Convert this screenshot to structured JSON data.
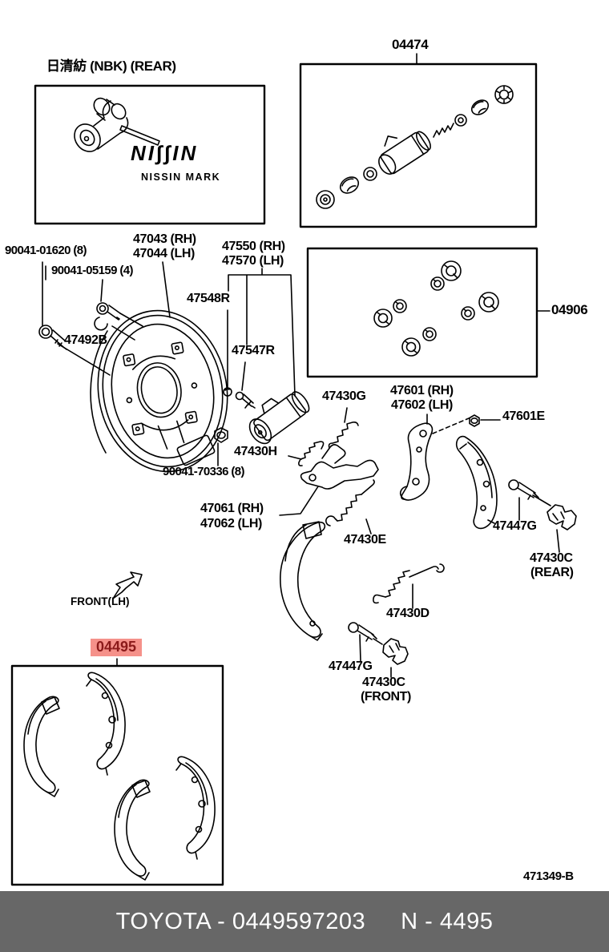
{
  "colors": {
    "highlight_bg": "#f5918a",
    "highlight_text": "#8b1a1a",
    "footer_bg": "#676767",
    "footer_text": "#ffffff"
  },
  "nissin_panel": {
    "title": "日清紡 (NBK) (REAR)",
    "logo": "NI∫∫IN",
    "caption": "NISSIN MARK"
  },
  "front_marker": "FRONT(LH)",
  "highlighted_part": "04495",
  "parts": {
    "kit_04474": "04474",
    "kit_04906": "04906",
    "bolt_90041_01620": "90041-01620 (8)",
    "bolt_90041_05159": "90041-05159 (4)",
    "plate_rh": "47043 (RH)",
    "plate_lh": "47044 (LH)",
    "cylinder_rh": "47550 (RH)",
    "cylinder_lh": "47570 (LH)",
    "pin_47548R": "47548R",
    "bleeder_47547R": "47547R",
    "bolt_47492B": "47492B",
    "spring_47430G": "47430G",
    "lever_rh": "47601 (RH)",
    "lever_lh": "47602 (LH)",
    "nut_47601E": "47601E",
    "spring_47430H": "47430H",
    "nut_90041_70336": "90041-70336 (8)",
    "adjuster_rh": "47061 (RH)",
    "adjuster_lh": "47062 (LH)",
    "spring_47430E": "47430E",
    "pin_47447G_rear": "47447G",
    "clamp_47430C_rear": "47430C",
    "clamp_47430C_rear_note": "(REAR)",
    "spring_47430D": "47430D",
    "pin_47447G_front": "47447G",
    "clamp_47430C_front": "47430C",
    "clamp_47430C_front_note": "(FRONT)"
  },
  "footer": {
    "doc_code": "471349-B",
    "catalog_code": "TOYOTA - 0449597203",
    "fig_code": "N - 4495"
  }
}
